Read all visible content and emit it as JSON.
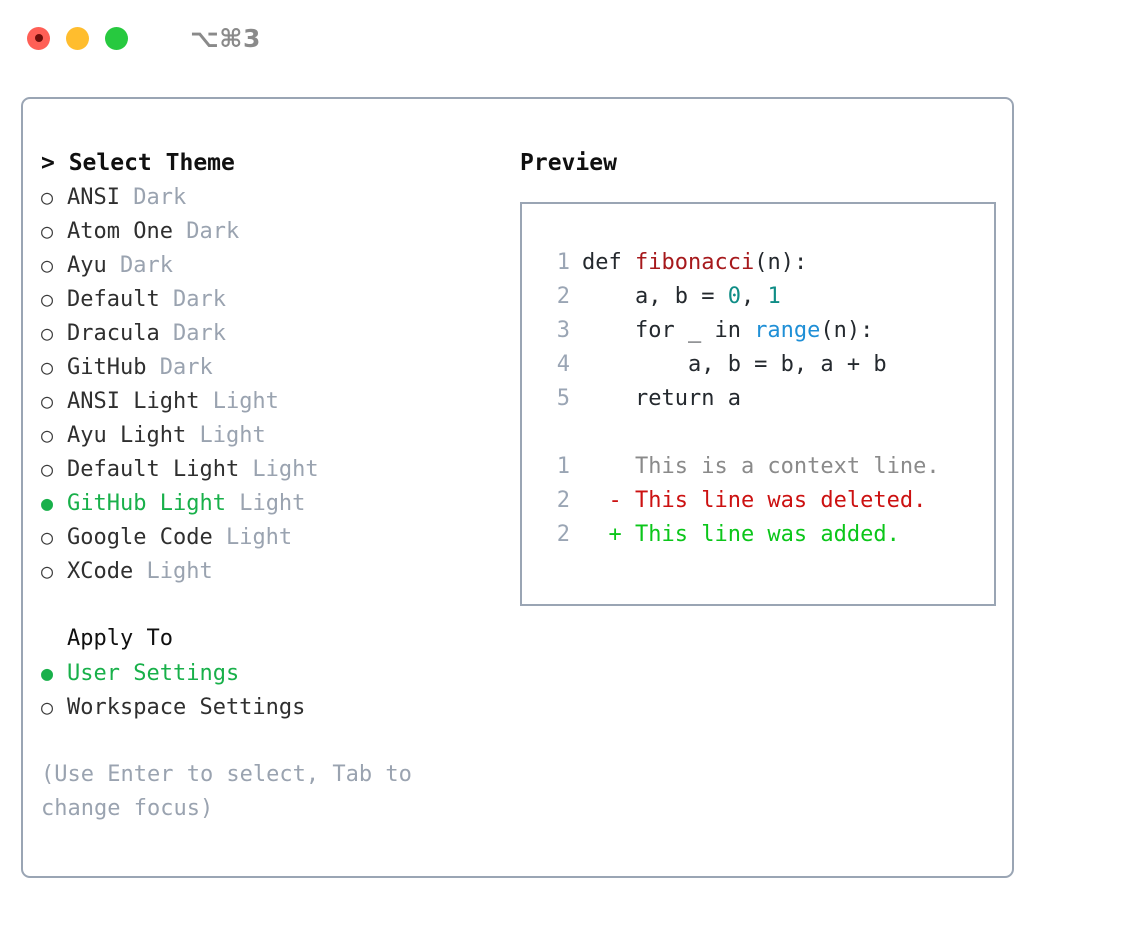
{
  "titlebar": {
    "shortcut": "⌥⌘3",
    "lights": [
      "close-red",
      "minimize-yellow",
      "maximize-green"
    ]
  },
  "theme_picker": {
    "heading": "> Select Theme",
    "selected_bullet": "●",
    "unselected_bullet": "○",
    "items": [
      {
        "name": "ANSI",
        "variant": "Dark",
        "selected": false
      },
      {
        "name": "Atom One",
        "variant": "Dark",
        "selected": false
      },
      {
        "name": "Ayu",
        "variant": "Dark",
        "selected": false
      },
      {
        "name": "Default",
        "variant": "Dark",
        "selected": false
      },
      {
        "name": "Dracula",
        "variant": "Dark",
        "selected": false
      },
      {
        "name": "GitHub",
        "variant": "Dark",
        "selected": false
      },
      {
        "name": "ANSI Light",
        "variant": "Light",
        "selected": false
      },
      {
        "name": "Ayu Light",
        "variant": "Light",
        "selected": false
      },
      {
        "name": "Default Light",
        "variant": "Light",
        "selected": false
      },
      {
        "name": "GitHub Light",
        "variant": "Light",
        "selected": true
      },
      {
        "name": "Google Code",
        "variant": "Light",
        "selected": false
      },
      {
        "name": "XCode",
        "variant": "Light",
        "selected": false
      }
    ]
  },
  "apply_to": {
    "heading": "Apply To",
    "options": [
      {
        "name": "User Settings",
        "selected": true
      },
      {
        "name": "Workspace Settings",
        "selected": false
      }
    ]
  },
  "hint": "(Use Enter to select, Tab to\nchange focus)",
  "preview": {
    "heading": "Preview",
    "code_lines": [
      {
        "no": "1",
        "segments": [
          {
            "text": "def ",
            "kind": "plain"
          },
          {
            "text": "fibonacci",
            "kind": "fn"
          },
          {
            "text": "(n):",
            "kind": "plain"
          }
        ]
      },
      {
        "no": "2",
        "segments": [
          {
            "text": "    a, b = ",
            "kind": "plain"
          },
          {
            "text": "0",
            "kind": "num"
          },
          {
            "text": ", ",
            "kind": "plain"
          },
          {
            "text": "1",
            "kind": "num"
          }
        ]
      },
      {
        "no": "3",
        "segments": [
          {
            "text": "    for _ in ",
            "kind": "plain"
          },
          {
            "text": "range",
            "kind": "call"
          },
          {
            "text": "(n):",
            "kind": "plain"
          }
        ]
      },
      {
        "no": "4",
        "segments": [
          {
            "text": "        a, b = b, a + b",
            "kind": "plain"
          }
        ]
      },
      {
        "no": "5",
        "segments": [
          {
            "text": "    return a",
            "kind": "plain"
          }
        ]
      }
    ],
    "diff_lines": [
      {
        "no": "1",
        "marker": "  ",
        "text": "This is a context line.",
        "kind": "ctx"
      },
      {
        "no": "2",
        "marker": "- ",
        "text": "This line was deleted.",
        "kind": "del"
      },
      {
        "no": "2",
        "marker": "+ ",
        "text": "This line was added.",
        "kind": "add"
      }
    ]
  },
  "colors": {
    "selected_green": "#18b04a",
    "muted": "#9aa3b0",
    "border": "#9aa5b4",
    "fn_red": "#a6191c",
    "num_teal": "#0f8d86",
    "call_blue": "#1f8fd6",
    "diff_del": "#cc1111",
    "diff_add": "#0bc61a"
  }
}
